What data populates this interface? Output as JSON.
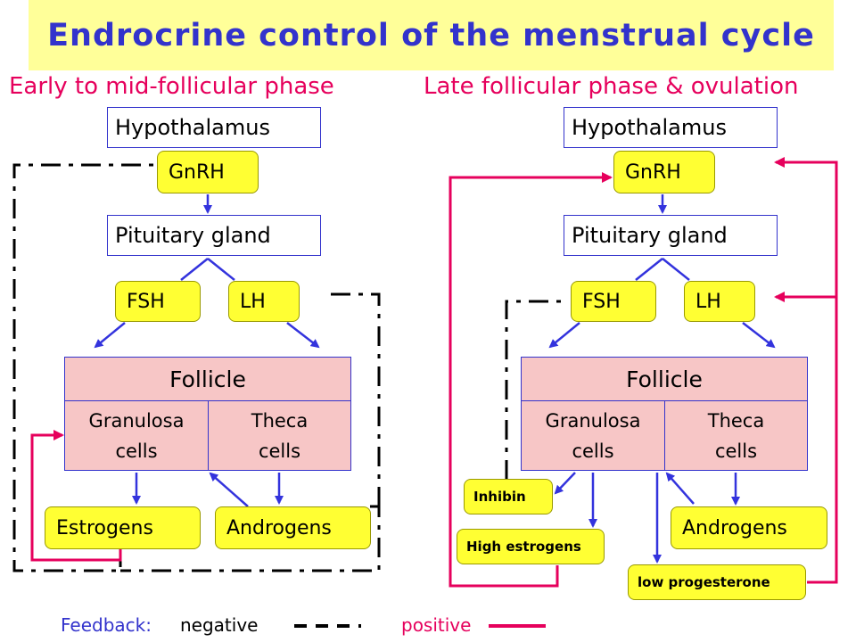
{
  "title": "Endrocrine control of the menstrual cycle",
  "left": {
    "phase": "Early to mid-follicular phase",
    "hypothalamus": "Hypothalamus",
    "gnrh": "GnRH",
    "pituitary": "Pituitary gland",
    "fsh": "FSH",
    "lh": "LH",
    "follicle": "Follicle",
    "granulosa": [
      "Granulosa",
      "cells"
    ],
    "theca": [
      "Theca",
      "cells"
    ],
    "estrogens": "Estrogens",
    "androgens": "Androgens"
  },
  "right": {
    "phase": "Late follicular phase & ovulation",
    "hypothalamus": "Hypothalamus",
    "gnrh": "GnRH",
    "pituitary": "Pituitary gland",
    "fsh": "FSH",
    "lh": "LH",
    "follicle": "Follicle",
    "granulosa": [
      "Granulosa",
      "cells"
    ],
    "theca": [
      "Theca",
      "cells"
    ],
    "inhibin": "Inhibin",
    "high_estrogens": "High estrogens",
    "androgens": "Androgens",
    "low_progesterone": "low progesterone"
  },
  "legend": {
    "label": "Feedback:",
    "negative": "negative",
    "positive": "positive"
  },
  "colors": {
    "title_bg": "#ffff99",
    "title_text": "#3333cc",
    "phase_text": "#e6005c",
    "hormone_pill": "#ffff33",
    "follicle_fill": "#f7c6c6",
    "arrow": "#3333dd",
    "positive_feedback": "#e6005c",
    "negative_feedback": "#000000"
  }
}
